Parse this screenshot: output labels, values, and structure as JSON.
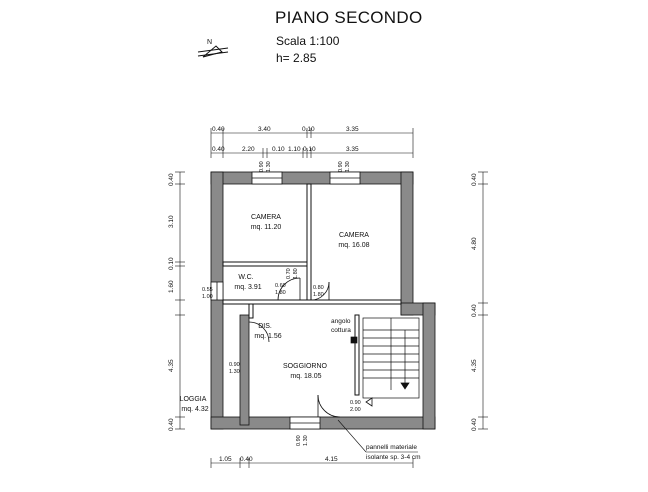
{
  "header": {
    "title": "PIANO SECONDO",
    "scale": "Scala 1:100",
    "height": "h= 2.85",
    "north": "N"
  },
  "dimensions": {
    "top_row1": [
      "0.40",
      "3.40",
      "0.10",
      "3.35"
    ],
    "top_row2": [
      "0.40",
      "2.20",
      "0.10",
      "1.10",
      "0.10",
      "3.35"
    ],
    "left": [
      "0.40",
      "3.10",
      "0.10",
      "1.60",
      "4.35",
      "0.40"
    ],
    "right": [
      "0.40",
      "4.80",
      "0.40",
      "4.35",
      "0.40"
    ],
    "bottom": [
      "1.05",
      "0.40",
      "4.15"
    ],
    "openings": {
      "camera1_window": [
        "0.90",
        "1.30"
      ],
      "camera2_window": [
        "0.90",
        "1.30"
      ],
      "wc_window": [
        "0.55",
        "1.00"
      ],
      "wc_door": [
        "0.70",
        "1.80"
      ],
      "dis_door": [
        "0.60",
        "1.80"
      ],
      "camera2_door": [
        "0.80",
        "1.80"
      ],
      "loggia_door": [
        "0.90",
        "1.30"
      ],
      "entry_door": [
        "0.90",
        "2.00"
      ],
      "south_window": [
        "0.90",
        "1.30"
      ]
    }
  },
  "rooms": [
    {
      "name": "CAMERA",
      "area": "mq. 11.20"
    },
    {
      "name": "CAMERA",
      "area": "mq. 16.08"
    },
    {
      "name": "W.C.",
      "area": "mq. 3.91"
    },
    {
      "name": "DIS.",
      "area": "mq. 1.56"
    },
    {
      "name": "SOGGIORNO",
      "area": "mq. 18.05"
    },
    {
      "name": "LOGGIA",
      "area": "mq. 4.32"
    }
  ],
  "notes": {
    "kitchen_line1": "angolo",
    "kitchen_line2": "cottura",
    "panels_line1": "pannelli materiale",
    "panels_line2": "isolante sp. 3-4 cm"
  },
  "colors": {
    "wall": "#8a8a8a",
    "line": "#111111"
  }
}
